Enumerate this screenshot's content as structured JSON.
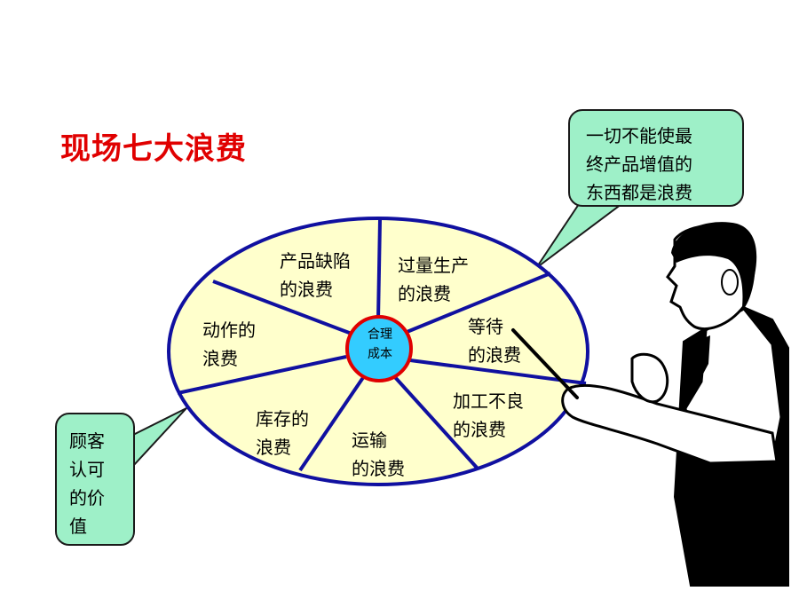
{
  "title": "现场七大浪费",
  "callout_definition": {
    "lines": [
      "一切不能使最",
      "终产品增值的",
      "东西都是浪费"
    ]
  },
  "callout_value": {
    "lines": [
      "顾客",
      "认可",
      "的价",
      "值"
    ]
  },
  "center": {
    "lines": [
      "合理",
      "成本"
    ]
  },
  "segments": [
    {
      "id": "defects",
      "lines": [
        "产品缺陷",
        "的浪费"
      ]
    },
    {
      "id": "overproduction",
      "lines": [
        "过量生产",
        "的浪费"
      ]
    },
    {
      "id": "waiting",
      "lines": [
        "等待",
        "的浪费"
      ]
    },
    {
      "id": "processing",
      "lines": [
        "加工不良",
        "的浪费"
      ]
    },
    {
      "id": "transport",
      "lines": [
        "运输",
        "的浪费"
      ]
    },
    {
      "id": "inventory",
      "lines": [
        "库存的",
        "浪费"
      ]
    },
    {
      "id": "motion",
      "lines": [
        "动作的",
        "浪费"
      ]
    }
  ],
  "colors": {
    "title": "#e00000",
    "wheel_fill": "#ffffcc",
    "wheel_stroke": "#1010a0",
    "hub_fill": "#33ccff",
    "hub_stroke": "#e00000",
    "callout_fill": "#9ef0c8"
  }
}
